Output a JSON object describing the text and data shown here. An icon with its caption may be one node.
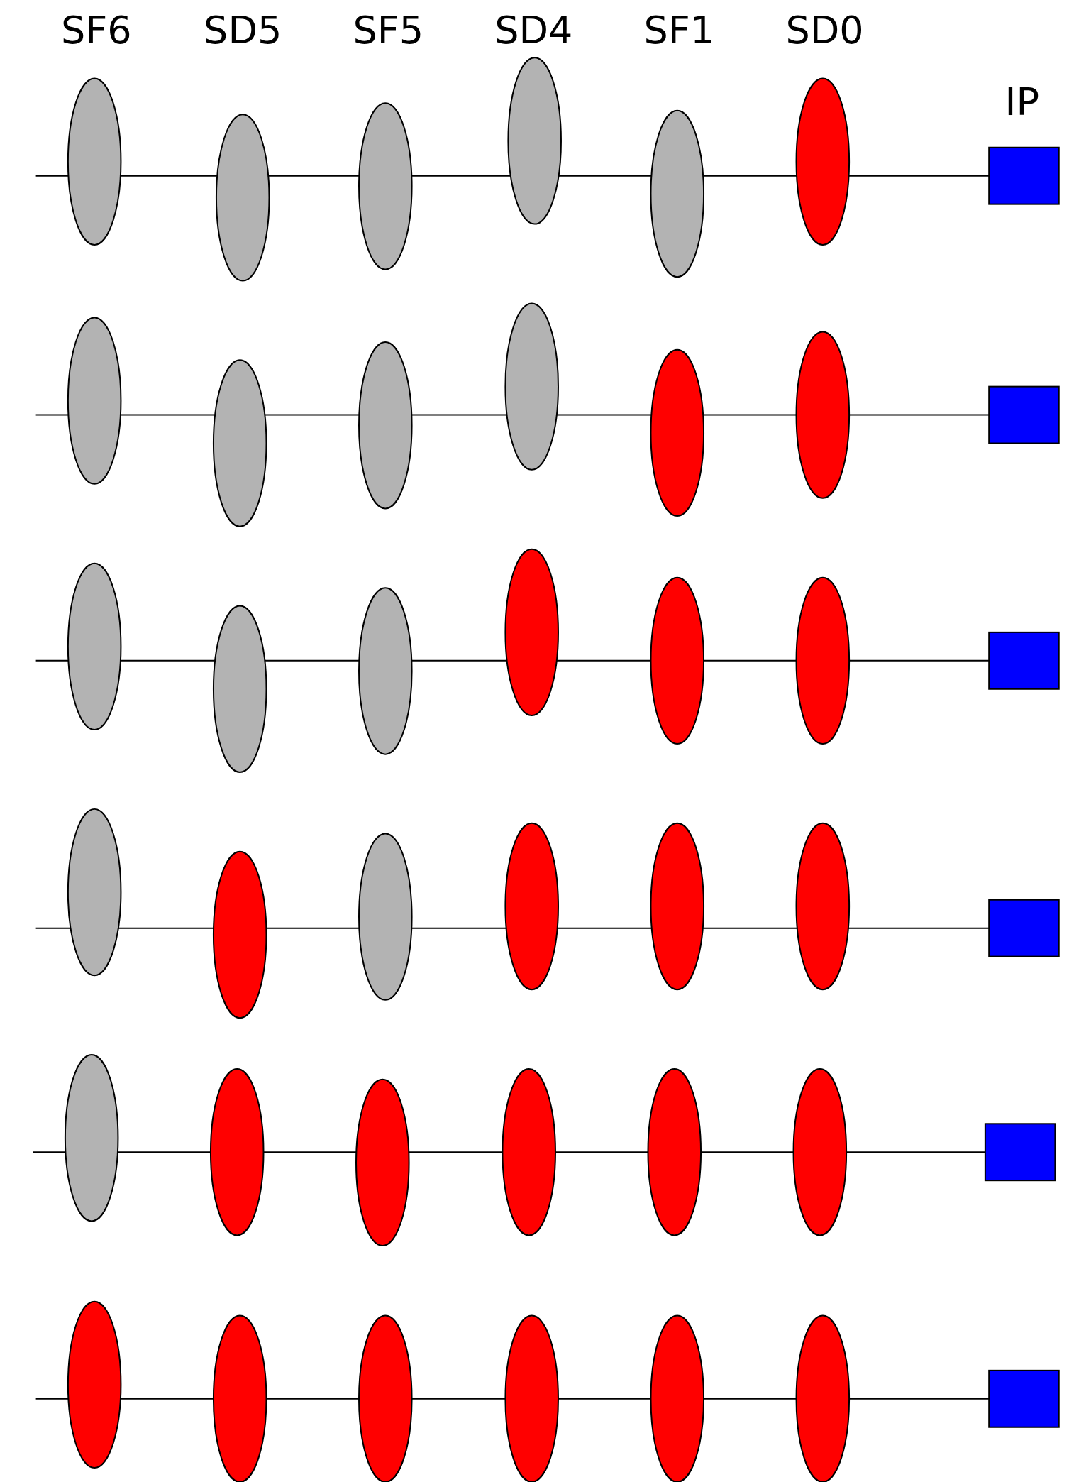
{
  "diagram": {
    "labels": [
      "SF6",
      "SD5",
      "SF5",
      "SD4",
      "SF1",
      "SD0",
      "IP"
    ]
  }
}
